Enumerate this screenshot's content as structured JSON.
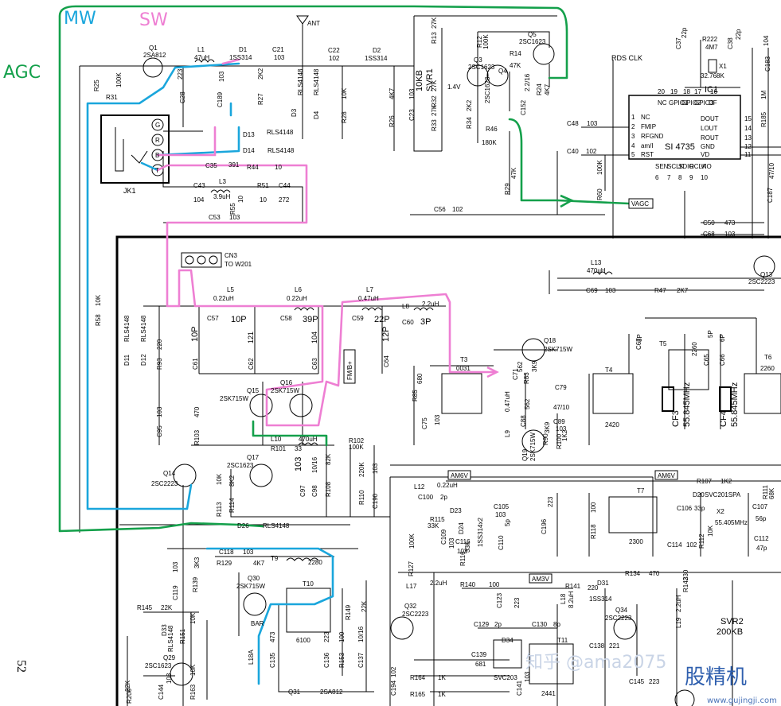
{
  "annotations": {
    "mw": "MW",
    "sw": "SW",
    "agc": "AGC",
    "colors": {
      "mw": "#1aa6dc",
      "sw": "#ee7fd3",
      "agc": "#14a04b"
    }
  },
  "page_number": "52",
  "watermark": {
    "main": "知乎 @ama2075",
    "logo": "股精机",
    "url": "www.gujingji.com"
  },
  "ic1": {
    "name": "IC1",
    "part": "SI 4735",
    "left_pins": [
      {
        "num": "1",
        "name": "NC"
      },
      {
        "num": "2",
        "name": "FMIP"
      },
      {
        "num": "3",
        "name": "RFGND"
      },
      {
        "num": "4",
        "name": "am/I"
      },
      {
        "num": "5",
        "name": "RST"
      }
    ],
    "top_pins": [
      {
        "num": "20",
        "name": "NC"
      },
      {
        "num": "19",
        "name": "GPIO1"
      },
      {
        "num": "18",
        "name": "GPIO2"
      },
      {
        "num": "17",
        "name": "GPIO3"
      },
      {
        "num": "16",
        "name": "DF"
      }
    ],
    "right_pins": [
      {
        "num": "15",
        "name": "DOUT"
      },
      {
        "num": "14",
        "name": "LOUT"
      },
      {
        "num": "13",
        "name": "ROUT"
      },
      {
        "num": "12",
        "name": "GND"
      },
      {
        "num": "11",
        "name": "VD"
      }
    ],
    "bottom_pins": [
      {
        "num": "6",
        "name": "SEN"
      },
      {
        "num": "7",
        "name": "SCLK"
      },
      {
        "num": "8",
        "name": "SDIO"
      },
      {
        "num": "9",
        "name": "RCLK"
      },
      {
        "num": "10",
        "name": "VIO"
      }
    ]
  },
  "jack": {
    "name": "JK1",
    "pins": [
      "G",
      "R",
      "B",
      "T"
    ]
  },
  "connectors": {
    "ant": "ANT",
    "cn3": "CN3",
    "cn3_to": "TO W201",
    "rds": "RDS CLK"
  },
  "tags": {
    "vagc": "VAGC",
    "fmb": "FM/B+",
    "am6v_1": "AM6V",
    "am6v_2": "AM6V",
    "am3v": "AM3V"
  },
  "crystals": {
    "x1_name": "X1",
    "x1_freq": "32.768K",
    "x2_name": "X2",
    "x2_freq": "55.405MHz"
  },
  "filters": {
    "cf3": "CF3",
    "cf3_freq": "55.845MHz",
    "cf4": "CF4",
    "cf4_freq": "55.845MHz"
  },
  "svr": {
    "svr1": "SVR1",
    "svr1_val": "10KB",
    "svr2": "SVR2",
    "svr2_val": "200KB"
  },
  "transistors": [
    {
      "id": "q1",
      "name": "Q1",
      "part": "2SA812"
    },
    {
      "id": "q3",
      "name": "Q3",
      "part": "2SC1623"
    },
    {
      "id": "q4",
      "name": "Q4",
      "part": "2SC1623"
    },
    {
      "id": "q5",
      "name": "Q5",
      "part": "2SC1623"
    },
    {
      "id": "q13",
      "name": "Q13",
      "part": "2SC2223"
    },
    {
      "id": "q14",
      "name": "Q14",
      "part": "2SC2223"
    },
    {
      "id": "q15",
      "name": "Q15",
      "part": "2SK715W"
    },
    {
      "id": "q16",
      "name": "Q16",
      "part": "2SK715W"
    },
    {
      "id": "q17",
      "name": "Q17",
      "part": "2SC1623"
    },
    {
      "id": "q18",
      "name": "Q18",
      "part": "2SK715W"
    },
    {
      "id": "q19",
      "name": "Q19",
      "part": "2SK715W"
    },
    {
      "id": "q29",
      "name": "Q29",
      "part": "2SC1623"
    },
    {
      "id": "q30",
      "name": "Q30",
      "part": "2SK715W"
    },
    {
      "id": "q31",
      "name": "Q31",
      "part": "2SA812"
    },
    {
      "id": "q32",
      "name": "Q32",
      "part": "2SC2223"
    },
    {
      "id": "q34",
      "name": "Q34",
      "part": "2SC2223"
    }
  ],
  "transformers": [
    {
      "id": "t3",
      "name": "T3",
      "val": "0031"
    },
    {
      "id": "t4",
      "name": "T4",
      "val": "2420"
    },
    {
      "id": "t5",
      "name": "T5",
      "val": "2260"
    },
    {
      "id": "t6",
      "name": "T6",
      "val": "2260"
    },
    {
      "id": "t7",
      "name": "T7",
      "val": "2300"
    },
    {
      "id": "t9",
      "name": "T9",
      "val": "2280"
    },
    {
      "id": "t10",
      "name": "T10",
      "val": "6100"
    },
    {
      "id": "t11",
      "name": "T11",
      "val": "2441"
    }
  ],
  "parts": {
    "l1": "L1",
    "l1v": "47uH",
    "d1": "D1",
    "d1v": "1SS314",
    "c21": "C21",
    "c21v": "103",
    "c22": "C22",
    "c22v": "102",
    "d2": "D2",
    "d2v": "1SS314",
    "r25": "R25",
    "r25v": "100K",
    "r31": "R31",
    "c28": "C28",
    "c28v": "223",
    "c189": "C189",
    "c189v": "103",
    "r27": "R27",
    "r27v": "2K2",
    "d3": "D3",
    "d3v": "RLS4148",
    "d4": "D4",
    "d4v": "RLS4148",
    "r28": "R28",
    "r28v": "10K",
    "r26": "R26",
    "r26v": "4K7",
    "c23": "C23",
    "c23v": "103",
    "d13": "D13",
    "d13v": "RLS4148",
    "d14": "D14",
    "d14v": "RLS4148",
    "c35": "C35",
    "c35v": "391",
    "r44": "R44",
    "r44v": "10",
    "c43": "C43",
    "c43v": "104",
    "l3": "L3",
    "l3v": "3.9uH",
    "r51": "R51",
    "r51v": "10",
    "c44": "C44",
    "c44v": "272",
    "r55": "R55",
    "r55v": "10",
    "c53": "C53",
    "c53v": "103",
    "r13": "R13",
    "r13v": "27K",
    "r12": "R12",
    "r12v": "100K",
    "r14": "R14",
    "r14v": "47K",
    "r24": "R24",
    "r24v": "4K7",
    "r32": "R32",
    "r32v": "27K",
    "r33": "R33",
    "r33v": "27K",
    "r34": "R34",
    "r34v": "2K2",
    "r46": "R46",
    "r46v": "180K",
    "c152": "C152",
    "c152v": "2.2/16",
    "v14": "1.4V",
    "r29": "R29",
    "r29v": "47K",
    "r60": "R60",
    "r60v": "100K",
    "c48": "C48",
    "c48v": "103",
    "c40": "C40",
    "c40v": "102",
    "c56": "C56",
    "c56v": "102",
    "c37": "C37",
    "c37v": "22p",
    "r222": "R222",
    "r222v": "4M7",
    "c38": "C38",
    "c38v": "22p",
    "c183": "C183",
    "c183v": "104",
    "r185": "R185",
    "r185v": "1M",
    "c187": "C187",
    "c187v": "47/10",
    "c50": "C50",
    "c50v": "473",
    "c68": "C68",
    "c68v": "103",
    "l13": "L13",
    "l13v": "470uH",
    "c69": "C69",
    "c69v": "103",
    "r47": "R47",
    "r47v": "2K7",
    "l5": "L5",
    "l5v": "0.22uH",
    "l6": "L6",
    "l6v": "0.22uH",
    "l7": "L7",
    "l7v": "0.47uH",
    "l8": "L8",
    "l8v": "2.2uH",
    "c57": "C57",
    "c57v": "10P",
    "c58": "C58",
    "c58v": "39P",
    "c59": "C59",
    "c59v": "22P",
    "c60": "C60",
    "c60v": "3P",
    "c61": "C61",
    "c61v": "10P",
    "c62": "C62",
    "c62v": "121",
    "c63": "C63",
    "c63v": "104",
    "c64": "C64",
    "c64v": "12P",
    "r58": "R58",
    "r58v": "10K",
    "d11": "D11",
    "d11v": "RLS4148",
    "d12": "D12",
    "d12v": "RLS4148",
    "r93": "R93",
    "r93v": "220",
    "c95": "C95",
    "c95v": "103",
    "r103": "R103",
    "r103v": "470",
    "l10": "L10",
    "l10v": "470uH",
    "r101": "R101",
    "r101v": "33",
    "c97": "C97",
    "c97v": "103",
    "c98": "C98",
    "c98v": "10/16",
    "r108": "R108",
    "r108v": "82K",
    "r102": "R102",
    "r102v": "100K",
    "r110": "R110",
    "r110v": "220K",
    "c190": "C190",
    "c190v": "103",
    "r113": "R113",
    "r113v": "10K",
    "r114": "R114",
    "r114v": "8K2",
    "d26": "D26",
    "d26v": "RLS4148",
    "r85": "R85",
    "r85v": "680",
    "c75": "C75",
    "c75v": "103",
    "c71": "C71",
    "c71v": "562",
    "r83": "R83",
    "r83v": "3K9",
    "l9": "L9",
    "l9v": "0.47uH",
    "c88": "C88",
    "c88v": "562",
    "c79": "C79",
    "c79v": "47/10",
    "c89": "C89",
    "c89v": "103",
    "r90": "R90",
    "r90v": "3K9",
    "r100": "R100",
    "r100v": "1K2",
    "c67": "C67",
    "c67v": "8P",
    "c65": "C65",
    "c65v": "5P",
    "c66": "C66",
    "c66v": "6P",
    "l12": "L12",
    "l12v": "0.22uH",
    "c100": "C100",
    "c100v": "2p",
    "d23": "D23",
    "r115": "R115",
    "r115v": "33K",
    "d24": "D24",
    "d24v": "1SS314x2",
    "c105": "C105",
    "c105v": "103",
    "c109": "C109",
    "c109v": "103",
    "c116": "C116",
    "c116v": "103",
    "r116": "R116",
    "r116v": "33K",
    "c110": "C110",
    "c110v": "5p",
    "c196": "C196",
    "c196v": "223",
    "r118": "R118",
    "r118v": "100",
    "r107": "R107",
    "r107v": "1K2",
    "d20": "D20",
    "d20v": "SVC201SPA",
    "c106": "C106",
    "c106v": "33p",
    "r111": "R111",
    "r111v": "68K",
    "c107": "C107",
    "c107v": "56p",
    "c112": "C112",
    "c112v": "47p",
    "c114": "C114",
    "c114v": "102",
    "r112": "R112",
    "r112v": "10K",
    "r127": "R127",
    "r127v": "100K",
    "l17": "L17",
    "l17v": "2.2uH",
    "r140": "R140",
    "r140v": "100",
    "c123": "C123",
    "c123v": "223",
    "r141": "R141",
    "r141v": "220",
    "d31": "D31",
    "d31v": "1SS314",
    "r134": "R134",
    "r134v": "470",
    "r142": "R142",
    "r142v": "330",
    "l18": "L18",
    "l18v": "8.2uH",
    "l19": "L19",
    "l19v": "2.2uH",
    "c130": "C130",
    "c130v": "8p",
    "c129": "C129",
    "c129v": "2p",
    "c136": "C136",
    "c136v": "223",
    "c135": "C135",
    "c135v": "473",
    "r153": "R153",
    "r153v": "100",
    "c137": "C137",
    "c137v": "10/16",
    "r149": "R149",
    "r149v": "22K",
    "c139": "C139",
    "c139v": "681",
    "d34": "D34",
    "d34v": "SVC203",
    "c138": "C138",
    "c138v": "221",
    "r164": "R164",
    "r164v": "1K",
    "r165": "R165",
    "r165v": "1K",
    "c141": "C141",
    "c141v": "103",
    "c194": "C194",
    "c194v": "102",
    "c145": "C145",
    "c145v": "223",
    "r129": "R129",
    "r129v": "4K7",
    "c118": "C118",
    "c118v": "103",
    "r139": "R139",
    "r139v": "3K3",
    "c119": "C119",
    "c119v": "103",
    "r145": "R145",
    "r145v": "22K",
    "d33": "D33",
    "d33v": "RLS4148",
    "r151": "R151",
    "r151v": "10K",
    "r163": "R163",
    "r163v": "10K",
    "c144": "C144",
    "c144v": "103",
    "r200": "R200",
    "r200v": "22K",
    "bar": "BAR",
    "l18a": "L18A"
  }
}
